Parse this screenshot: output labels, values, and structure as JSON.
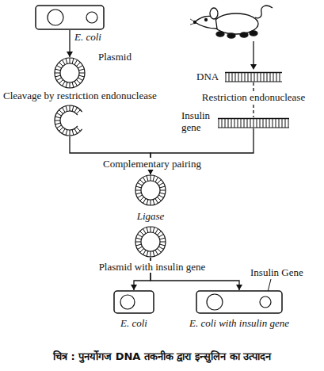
{
  "diagram": {
    "caption": "चित्र : पुनर्योगज DNA तकनीक द्वारा इन्सुलिन का उत्पादन",
    "nodes": [
      {
        "text": [
          "E. coli"
        ]
      },
      {
        "text": [
          "Plasmid"
        ]
      },
      {
        "text": [
          "DNA"
        ]
      },
      {
        "text": [
          "Cleavage by restriction endonuclease"
        ]
      },
      {
        "text": [
          "Insulin gene"
        ]
      },
      {
        "text": [
          "Complementary pairing"
        ]
      },
      {
        "text": [
          "Ligase",
          "Plasmid with insulin gene"
        ]
      },
      {
        "text": [
          "E. coli"
        ]
      },
      {
        "text": [
          "E. coli with insulin gene"
        ]
      }
    ],
    "edges": [
      {
        "from": 0,
        "to": 1,
        "arrow": "to"
      },
      {
        "from": 2,
        "to": 4,
        "label": "Restriction endonuclease",
        "arrow": "none"
      },
      {
        "from": 3,
        "to": 5,
        "arrow": "to"
      },
      {
        "from": 4,
        "to": 5,
        "arrow": "to"
      },
      {
        "from": 6,
        "to": 7,
        "arrow": "to"
      },
      {
        "from": 6,
        "to": 8,
        "arrow": "to"
      }
    ],
    "labels": [
      "Insulin Gene"
    ]
  }
}
